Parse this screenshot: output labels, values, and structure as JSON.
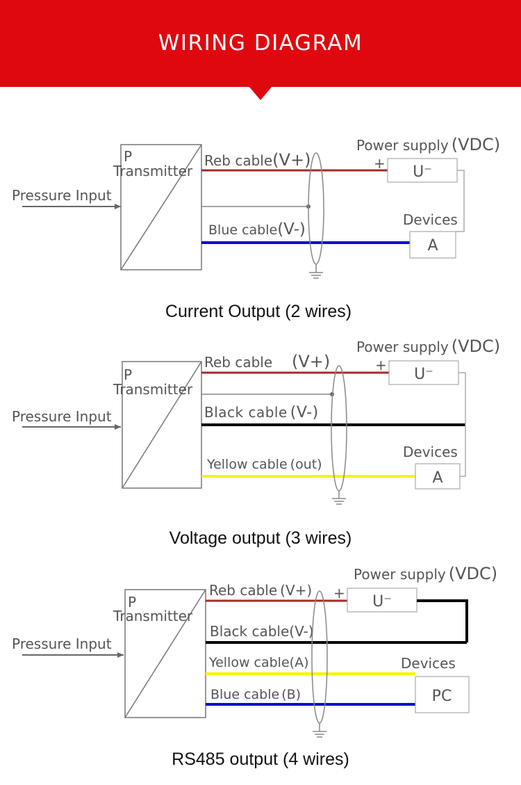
{
  "header": {
    "title": "WIRING DIAGRAM"
  },
  "common": {
    "pressure_input": "Pressure Input",
    "transmitter_p": "P",
    "transmitter": "Transmitter",
    "power_supply": "Power supply",
    "vdc": "(VDC)",
    "u_label": "U⁻",
    "plus": "+",
    "devices": "Devices"
  },
  "sections": [
    {
      "caption": "Current Output (2 wires)",
      "cables": [
        {
          "label": "Reb cable",
          "suffix": "(V+)",
          "color": "#a52a2a"
        },
        {
          "label": "Blue cable",
          "suffix": "(V-)",
          "color": "#0a0ad0"
        }
      ],
      "device": "A"
    },
    {
      "caption": "Voltage output (3 wires)",
      "cables": [
        {
          "label": "Reb cable",
          "suffix": "(V+)",
          "color": "#a52a2a"
        },
        {
          "label": "Black cable",
          "suffix": "(V-)",
          "color": "#000000"
        },
        {
          "label": "Yellow cable",
          "suffix": "(out)",
          "color": "#f5f500"
        }
      ],
      "device": "A"
    },
    {
      "caption": "RS485 output (4 wires)",
      "cables": [
        {
          "label": "Reb cable",
          "suffix": "(V+)",
          "color": "#a52a2a"
        },
        {
          "label": "Black cable",
          "suffix": "(V-)",
          "color": "#000000"
        },
        {
          "label": "Yellow cable",
          "suffix": "(A)",
          "color": "#f5f500"
        },
        {
          "label": "Blue cable",
          "suffix": "(B)",
          "color": "#0a0ad0"
        }
      ],
      "device": "PC"
    }
  ]
}
